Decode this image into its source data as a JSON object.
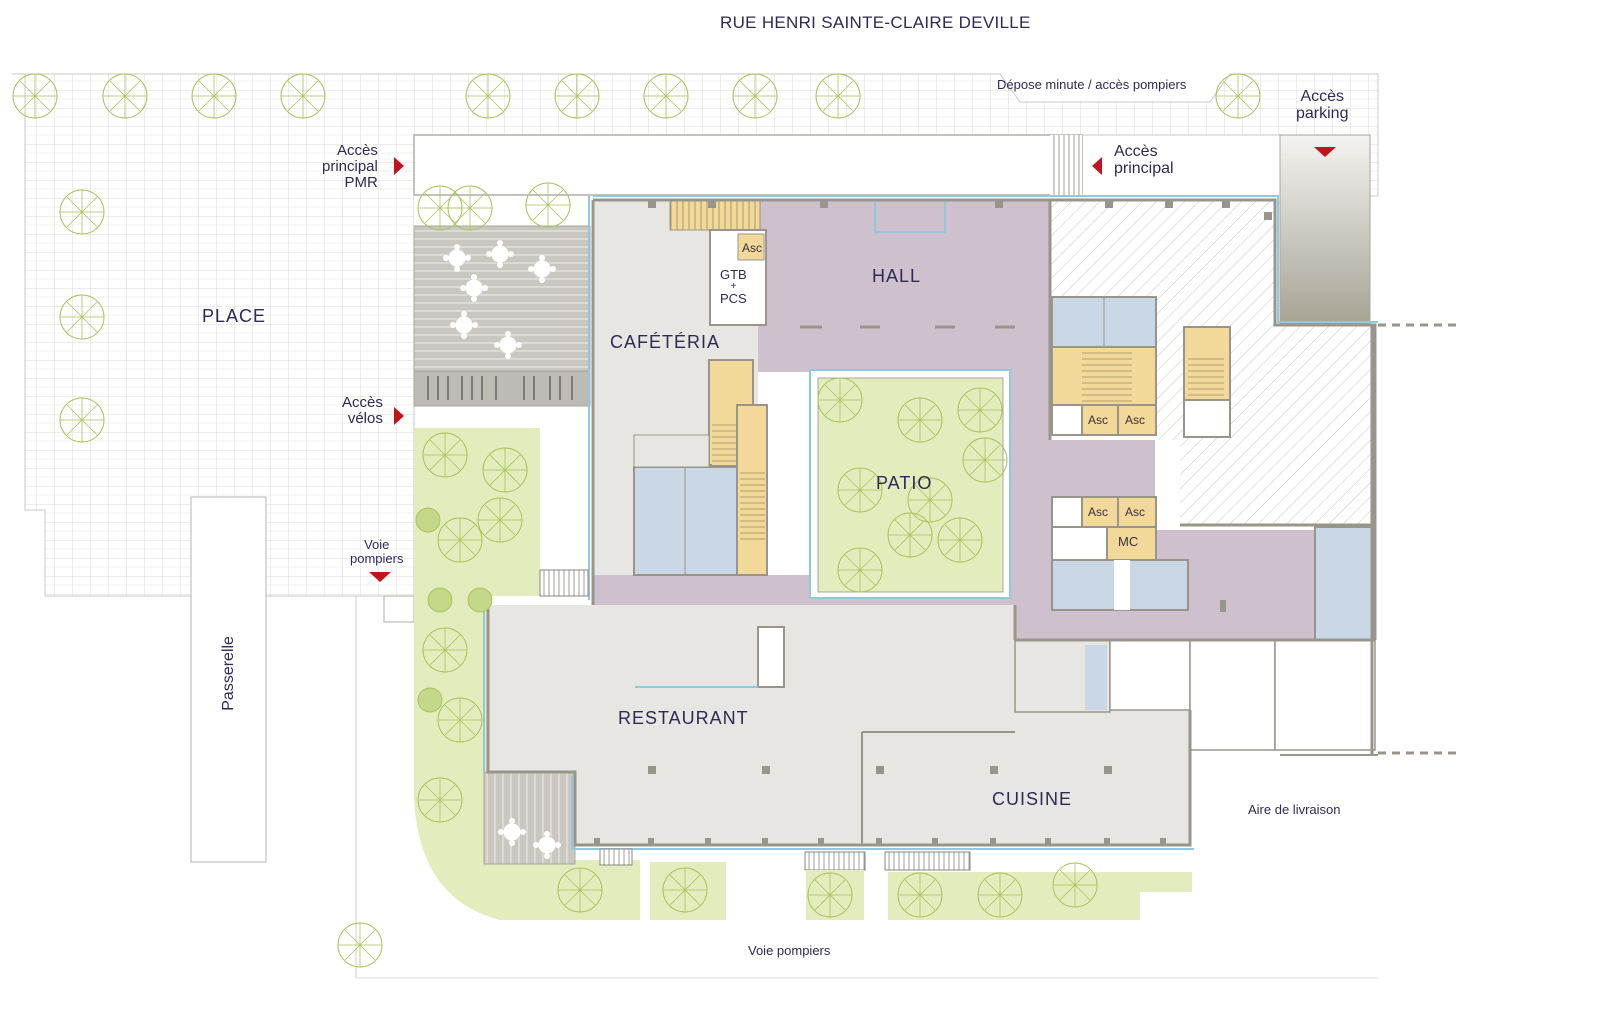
{
  "street_title": "RUE HENRI SAINTE-CLAIRE DEVILLE",
  "drop_off_label": "Dépose minute / accès pompiers",
  "parking_access": {
    "line1": "Accès",
    "line2": "parking"
  },
  "main_access_pmr": {
    "line1": "Accès",
    "line2": "principal",
    "line3": "PMR"
  },
  "main_access": {
    "line1": "Accès",
    "line2": "principal"
  },
  "bike_access": {
    "line1": "Accès",
    "line2": "vélos"
  },
  "fire_lane_west": {
    "line1": "Voie",
    "line2": "pompiers"
  },
  "fire_lane_south": "Voie pompiers",
  "delivery_area": "Aire de livraison",
  "footbridge": "Passerelle",
  "rooms": {
    "place": "PLACE",
    "cafeteria": "CAFÉTÉRIA",
    "hall": "HALL",
    "patio": "PATIO",
    "restaurant": "RESTAURANT",
    "kitchen": "CUISINE",
    "gtb": {
      "line1": "GTB",
      "line2": "+",
      "line3": "PCS"
    },
    "mc": "MC",
    "elevator": "Asc"
  },
  "colors": {
    "text": "#2d2a55",
    "arrow": "#c1121f",
    "hall_circulation": "#cfc0cd",
    "floor_grey": "#e8e6e2",
    "stairs_core": "#f2d99a",
    "sanitary": "#c9d7e6",
    "garden": "#e3ecbd",
    "tree_stroke": "#a8c45a",
    "wall": "#9a958a",
    "glazing": "#8ec9df",
    "terrace": "#c6c4bd"
  }
}
